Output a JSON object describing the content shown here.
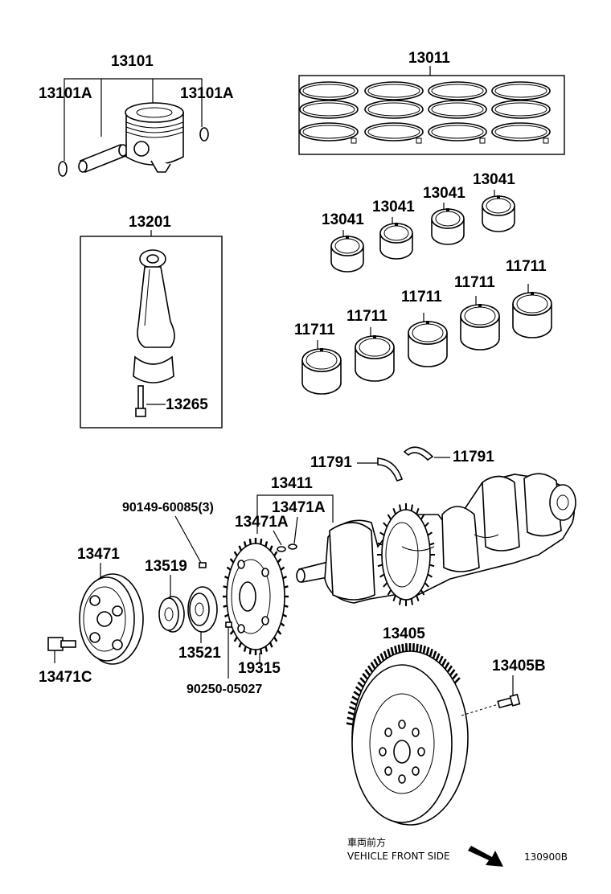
{
  "labels": {
    "p13101": "13101",
    "p13101A_left": "13101A",
    "p13101A_right": "13101A",
    "p13011": "13011",
    "p13201": "13201",
    "p13265": "13265",
    "p13041_a": "13041",
    "p13041_b": "13041",
    "p13041_c": "13041",
    "p13041_d": "13041",
    "p11711_a": "11711",
    "p11711_b": "11711",
    "p11711_c": "11711",
    "p11711_d": "11711",
    "p11711_e": "11711",
    "p11791_left": "11791",
    "p11791_right": "11791",
    "p13411": "13411",
    "p90149": "90149-60085(3)",
    "p13471A_a": "13471A",
    "p13471A_b": "13471A",
    "p13471": "13471",
    "p13519": "13519",
    "p13521": "13521",
    "p19315": "19315",
    "p13471C": "13471C",
    "p90250": "90250-05027",
    "p13405": "13405",
    "p13405B": "13405B"
  },
  "footer": {
    "jp_note": "車両前方",
    "en_note": "VEHICLE FRONT SIDE",
    "drawing_id": "130900B"
  }
}
